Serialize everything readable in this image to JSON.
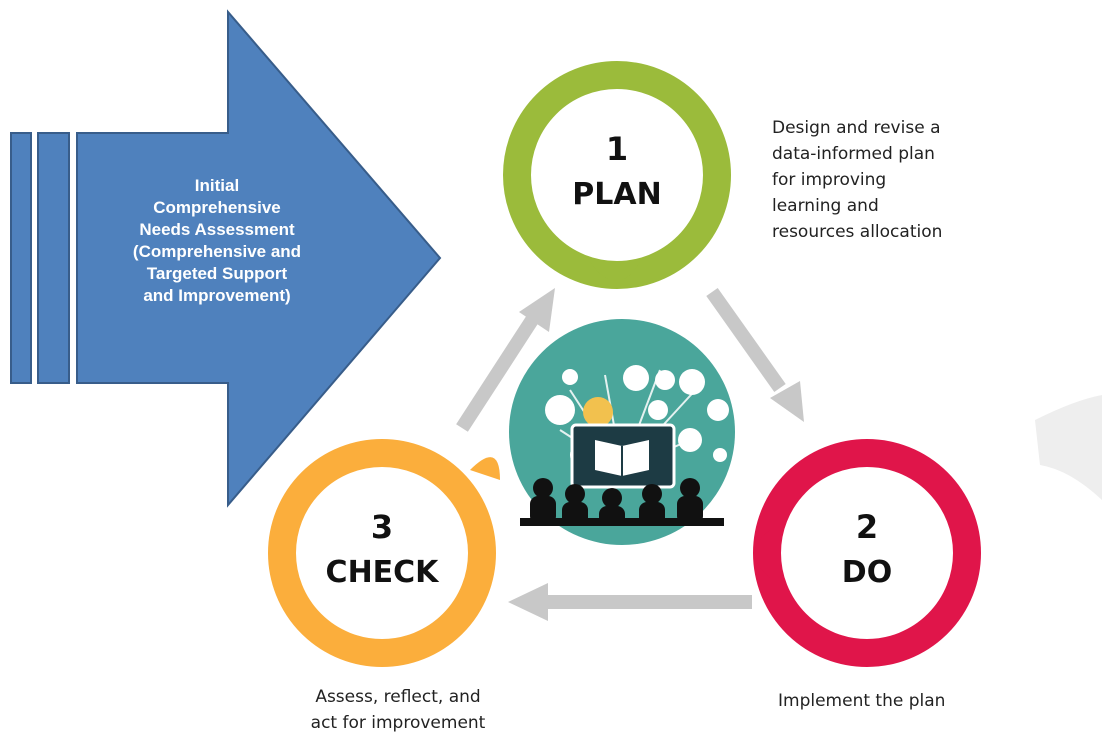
{
  "colors": {
    "arrow_blue": "#4f81bd",
    "arrow_border": "#385d8a",
    "plan_green": "#9bbb3b",
    "do_red": "#e0154a",
    "check_orange": "#fbae3c",
    "cycle_arrow_gray": "#c8c8c8",
    "center_teal": "#4aa69b"
  },
  "input_arrow": {
    "lines": [
      "Initial",
      "Comprehensive",
      "Needs Assessment",
      "(Comprehensive and",
      "Targeted Support",
      "and Improvement)"
    ]
  },
  "stages": {
    "plan": {
      "number": "1",
      "name": "PLAN",
      "description_lines": [
        "Design and revise a",
        "data-informed plan",
        "for improving",
        "learning and",
        "resources allocation"
      ]
    },
    "do": {
      "number": "2",
      "name": "DO",
      "description_lines": [
        "Implement the plan"
      ]
    },
    "check": {
      "number": "3",
      "name": "CHECK",
      "description_lines": [
        "Assess, reflect, and",
        "act for improvement"
      ]
    }
  },
  "center_image": {
    "icon": "classroom-learning-illustration"
  }
}
